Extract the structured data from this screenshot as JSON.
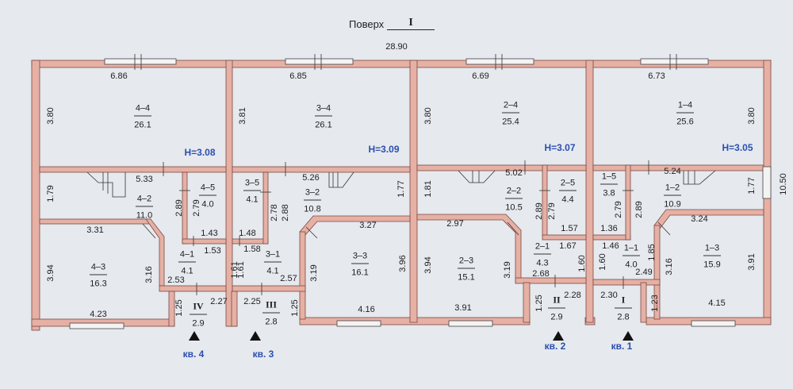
{
  "header": {
    "label": "Поверх",
    "floor": "I"
  },
  "overall": {
    "width": "28.90",
    "height": "10.50"
  },
  "heights": [
    "H=3.08",
    "H=3.09",
    "H=3.07",
    "H=3.05"
  ],
  "apartments": [
    "кв. 4",
    "кв. 3",
    "кв. 2",
    "кв. 1"
  ],
  "rooms": [
    {
      "code": "4–4",
      "area": "26.1"
    },
    {
      "code": "3–4",
      "area": "26.1"
    },
    {
      "code": "2–4",
      "area": "25.4"
    },
    {
      "code": "1–4",
      "area": "25.6"
    },
    {
      "code": "4–2",
      "area": "11.0"
    },
    {
      "code": "4–5",
      "area": "4.0"
    },
    {
      "code": "3–5",
      "area": "4.1"
    },
    {
      "code": "3–2",
      "area": "10.8"
    },
    {
      "code": "2–2",
      "area": "10.5"
    },
    {
      "code": "2–5",
      "area": "4.4"
    },
    {
      "code": "1–5",
      "area": "3.8"
    },
    {
      "code": "1–2",
      "area": "10.9"
    },
    {
      "code": "4–3",
      "area": "16.3"
    },
    {
      "code": "4–1",
      "area": "4.1"
    },
    {
      "code": "3–1",
      "area": "4.1"
    },
    {
      "code": "3–3",
      "area": "16.1"
    },
    {
      "code": "2–3",
      "area": "15.1"
    },
    {
      "code": "2–1",
      "area": "4.3"
    },
    {
      "code": "1–1",
      "area": "4.0"
    },
    {
      "code": "1–3",
      "area": "15.9"
    }
  ],
  "stairs": [
    {
      "num": "IV",
      "area": "2.9"
    },
    {
      "num": "III",
      "area": "2.8"
    },
    {
      "num": "II",
      "area": "2.9"
    },
    {
      "num": "I",
      "area": "2.8"
    }
  ],
  "dims_h": [
    "6.86",
    "6.85",
    "6.69",
    "6.73",
    "5.33",
    "5.26",
    "5.02",
    "5.24",
    "3.31",
    "3.27",
    "2.97",
    "3.24",
    "1.43",
    "1.48",
    "1.57",
    "1.36",
    "1.53",
    "1.58",
    "1.67",
    "1.46",
    "2.53",
    "2.57",
    "2.68",
    "2.49",
    "2.27",
    "2.25",
    "2.28",
    "2.30",
    "4.23",
    "4.16",
    "3.91",
    "4.15"
  ],
  "dims_v": [
    "3.80",
    "3.81",
    "3.80",
    "3.80",
    "1.79",
    "1.77",
    "1.81",
    "1.77",
    "2.89",
    "2.79",
    "2.78",
    "2.88",
    "2.89",
    "2.79",
    "2.79",
    "2.89",
    "3.94",
    "3.16",
    "3.19",
    "3.96",
    "3.94",
    "3.19",
    "3.16",
    "3.91",
    "1.61",
    "1.61",
    "1.60",
    "1.60",
    "1.85",
    "1.25",
    "1.25",
    "1.25",
    "1.23"
  ],
  "colors": {
    "wall": "#e6b0a5",
    "wall_edge": "#7a4a42",
    "bg": "#e6e9ee",
    "accent": "#2a4fb0"
  }
}
